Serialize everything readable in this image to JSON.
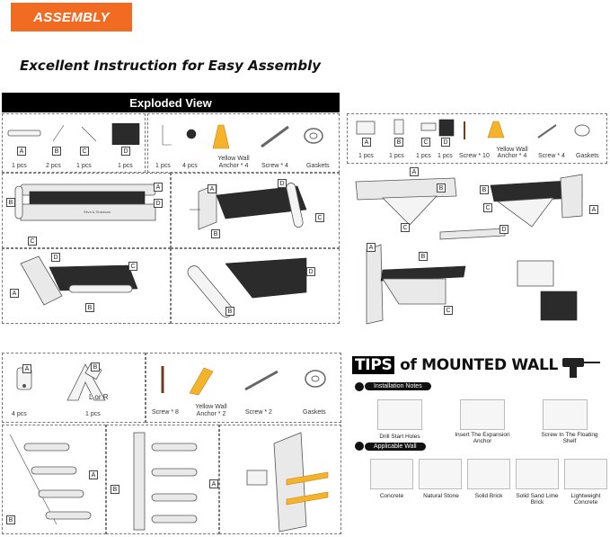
{
  "header": {
    "badge": "ASSEMBLY",
    "subtitle": "Excellent Instruction for Easy Assembly"
  },
  "exploded": {
    "title": "Exploded View",
    "parts_left": [
      {
        "letter": "A",
        "qty": "1 pcs"
      },
      {
        "letter": "B",
        "qty": "2 pcs"
      },
      {
        "letter": "C",
        "qty": "1 pcs"
      },
      {
        "letter": "D",
        "qty": "1 pcs"
      }
    ],
    "hardware": [
      {
        "qty": "1 pcs"
      },
      {
        "qty": "4 pcs"
      },
      {
        "name": "Yellow Wall Anchor * 4"
      },
      {
        "name": "Screw * 4"
      },
      {
        "name": "Gaskets"
      }
    ],
    "callouts": [
      "A",
      "B",
      "C",
      "D"
    ],
    "brand_mark": "Silva & Shadows"
  },
  "right_panel": {
    "parts": [
      {
        "letter": "A",
        "qty": "1 pcs"
      },
      {
        "letter": "B",
        "qty": "1 pcs"
      },
      {
        "letter": "C",
        "qty": "1 pcs"
      },
      {
        "letter": "D",
        "qty": "1 pcs"
      }
    ],
    "screw10": "Screw * 10",
    "anchor": "Yellow Wall Anchor * 4",
    "screw4": "Screw * 4",
    "gaskets": "Gaskets"
  },
  "lower_left": {
    "qty_a": "4 pcs",
    "b_label": "L or R",
    "qty_b": "1 pcs",
    "screw8": "Screw * 8",
    "anchor": "Yellow Wall Anchor * 2",
    "screw2": "Screw * 2",
    "gaskets": "Gaskets"
  },
  "tips": {
    "title_word": "TIPS",
    "title_rest": "of  MOUNTED WALL",
    "installation_notes": "Installation Notes",
    "steps": [
      "Drill Start Holes",
      "Insert The Expansion Anchor",
      "Screw In The Floating Shelf"
    ],
    "applicable_wall": "Applicable Wall",
    "walls": [
      "Concrete",
      "Natural Stone",
      "Solid Brick",
      "Solid Sand Lime Brick",
      "Lightweight Concrete"
    ]
  }
}
